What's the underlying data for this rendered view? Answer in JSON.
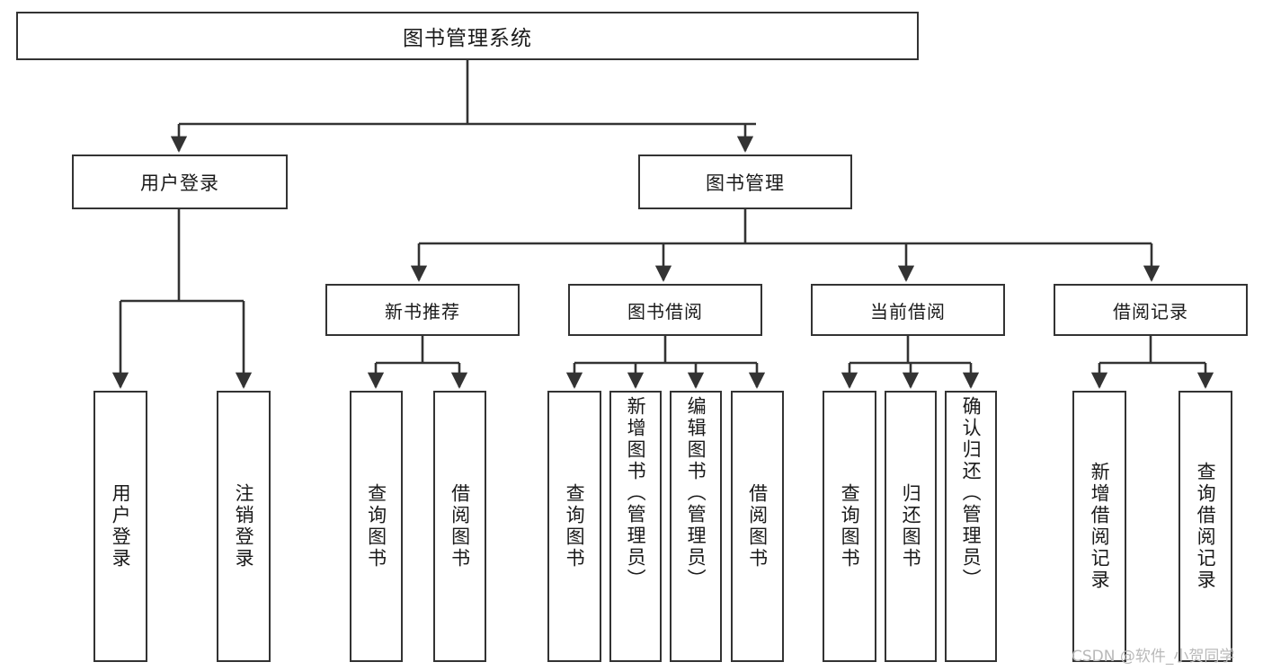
{
  "diagram": {
    "title": "图书管理系统",
    "type": "functional-structure-tree",
    "colors": {
      "box_border": "#333333",
      "box_fill": "#ffffff",
      "edge": "#333333",
      "text": "#1a1a1a",
      "watermark": "#b9b9b9",
      "background": "#ffffff"
    },
    "root": {
      "label": "图书管理系统"
    },
    "level1": [
      {
        "id": "user-login",
        "label": "用户登录"
      },
      {
        "id": "book-manage",
        "label": "图书管理"
      }
    ],
    "level2": [
      {
        "id": "new-book-rec",
        "label": "新书推荐",
        "parent": "book-manage"
      },
      {
        "id": "book-borrow",
        "label": "图书借阅",
        "parent": "book-manage"
      },
      {
        "id": "current-borrow",
        "label": "当前借阅",
        "parent": "book-manage"
      },
      {
        "id": "borrow-record",
        "label": "借阅记录",
        "parent": "book-manage"
      }
    ],
    "leaves": {
      "user-login": [
        {
          "id": "leaf-user-login",
          "label": "用户登录"
        },
        {
          "id": "leaf-user-logout",
          "label": "注销登录"
        }
      ],
      "new-book-rec": [
        {
          "id": "leaf-query-book-1",
          "label": "查询图书"
        },
        {
          "id": "leaf-borrow-book-1",
          "label": "借阅图书"
        }
      ],
      "book-borrow": [
        {
          "id": "leaf-query-book-2",
          "label": "查询图书"
        },
        {
          "id": "leaf-add-book",
          "label": "新增图书（管理员）"
        },
        {
          "id": "leaf-edit-book",
          "label": "编辑图书（管理员）"
        },
        {
          "id": "leaf-borrow-book-2",
          "label": "借阅图书"
        }
      ],
      "current-borrow": [
        {
          "id": "leaf-query-book-3",
          "label": "查询图书"
        },
        {
          "id": "leaf-return-book",
          "label": "归还图书"
        },
        {
          "id": "leaf-confirm-return",
          "label": "确认归还（管理员）"
        }
      ],
      "borrow-record": [
        {
          "id": "leaf-add-record",
          "label": "新增借阅记录"
        },
        {
          "id": "leaf-query-record",
          "label": "查询借阅记录"
        }
      ]
    }
  },
  "watermark": {
    "text": "CSDN @软件_小贺同学"
  }
}
